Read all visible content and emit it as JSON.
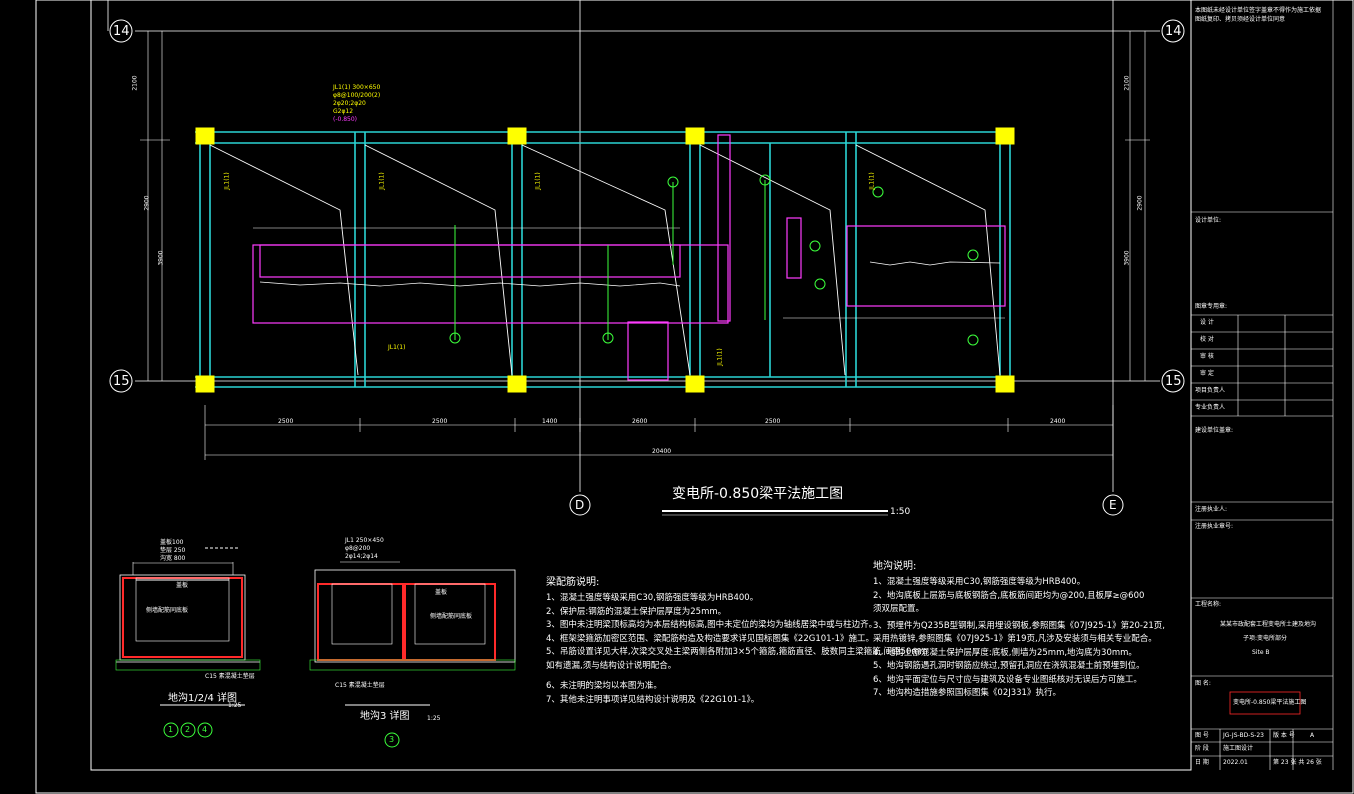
{
  "title": {
    "main": "变电所-0.850梁平法施工图",
    "scale": "1:50"
  },
  "axes": {
    "top": "14",
    "bottom": "15",
    "d": "D",
    "e": "E"
  },
  "dims": {
    "bays": [
      "2500",
      "2500",
      "1400",
      "2600",
      "2500",
      "2400"
    ],
    "total": "20400",
    "left_a": "2100",
    "left_b": "2900",
    "left_c": "3900",
    "right_a": "2100",
    "right_b": "2900",
    "right_c": "3900"
  },
  "beam_tags": {
    "jl1_full": "JL1(1) 300×650",
    "jl1_l2": "φ8@100/200(2)",
    "jl1_l3": "2φ20;2φ20",
    "jl1_l4": "G2φ12",
    "jl1_l5": "(-0.850)",
    "kl_a": "JL1(1)",
    "kl_b": "JL1(1)",
    "kl_c": "JL1(1)",
    "kl_d": "JL1(1)",
    "kl_e": "JL1(1)",
    "kl_f": "JL1(1)"
  },
  "details": {
    "left_title": "地沟1/2/4 详图",
    "left_scale": "1:25",
    "left_circles": [
      "1",
      "2",
      "4"
    ],
    "mid_title": "地沟3 详图",
    "mid_scale": "1:25",
    "mid_circles": [
      "3"
    ],
    "left_hdr1": "盖板100",
    "left_hdr2": "垫层 250",
    "left_hdr3": "沟宽 800",
    "mid_hdr1": "JL1 250×450",
    "mid_hdr2": "φ8@200",
    "mid_hdr3": "2φ14;2φ14",
    "plate_label": "盖板",
    "wall_label": "侧墙配筋同底板",
    "base_label": "C15 素混凝土垫层"
  },
  "notes_beam": {
    "title": "梁配筋说明:",
    "lines": [
      "1、混凝土强度等级采用C30,钢筋强度等级为HRB400。",
      "2、保护层:钢筋的混凝土保护层厚度为25mm。",
      "3、图中未注明梁顶标高均为本层结构标高,图中未定位的梁均为轴线居梁中或与柱边齐。",
      "4、框架梁箍筋加密区范围、梁配筋构造及构造要求详见国标图集《22G101-1》施工。",
      "5、吊筋设置详见大样,次梁交叉处主梁两侧各附加3×5个箍筋,箍筋直径、肢数同主梁箍筋,间距50mm",
      "   如有遗漏,须与结构设计说明配合。",
      "6、未注明的梁均以本图为准。",
      "7、其他未注明事项详见结构设计说明及《22G101-1》。"
    ]
  },
  "notes_trench": {
    "title": "地沟说明:",
    "lines": [
      "1、混凝土强度等级采用C30,钢筋强度等级为HRB400。",
      "2、地沟底板上层筋与底板钢筋合,底板筋间距均为@200,且板厚≥@600",
      "   须双层配置。",
      "3、预埋件为Q235B型钢制,采用埋设钢板,参照图集《07J925-1》第20-21页,",
      "   采用热镀锌,参照图集《07J925-1》第19页,凡涉及安装须与相关专业配合。",
      "4、地沟上部混凝土保护层厚度:底板,侧墙为25mm,地沟底为30mm。",
      "5、地沟钢筋遇孔洞时钢筋应绕过,预留孔洞应在浇筑混凝土前预埋到位。",
      "6、地沟平面定位与尺寸应与建筑及设备专业图纸核对无误后方可施工。",
      "7、地沟构造措施参照国标图集《02J331》执行。"
    ]
  },
  "title_block": {
    "top_note_1": "本图纸未经设计单位签字盖章不得作为施工依据",
    "top_note_2": "图纸复印、拷贝须经设计单位同意",
    "proj_label": "设计单位:",
    "seal_label": "图章专用章:",
    "rows": [
      "设    计",
      "校    对",
      "审    核",
      "审    定",
      "项目负责人",
      "专业负责人"
    ],
    "approve_label": "建设单位盖章:",
    "designer_label": "注册执业人:",
    "reg_label": "注册执业章号:",
    "project_label": "工程名称:",
    "project_name": "某某市政配套工程变电所土建及地沟",
    "project_sub": "子项:变电所部分",
    "project_code": "Site B",
    "drawing_label": "图    名:",
    "drawing_name": "变电所-0.850梁平法施工图",
    "no_label": "图    号",
    "no_value": "JG-JS-BD-S-23",
    "stage_label": "阶    段",
    "stage_value": "施工图设计",
    "ver_label": "版 本 号",
    "ver_value": "A",
    "date_label": "日    期",
    "date_value": "2022.01",
    "page_label": "第 23 张 共 26 张"
  },
  "colors": {
    "background": "#000000",
    "axis": "#ffffff",
    "beam": "#2ad4d4",
    "column": "#ffff00",
    "trench": "#ff3cff",
    "rebar": "#ff2a2a",
    "label": "#3cff3c"
  }
}
